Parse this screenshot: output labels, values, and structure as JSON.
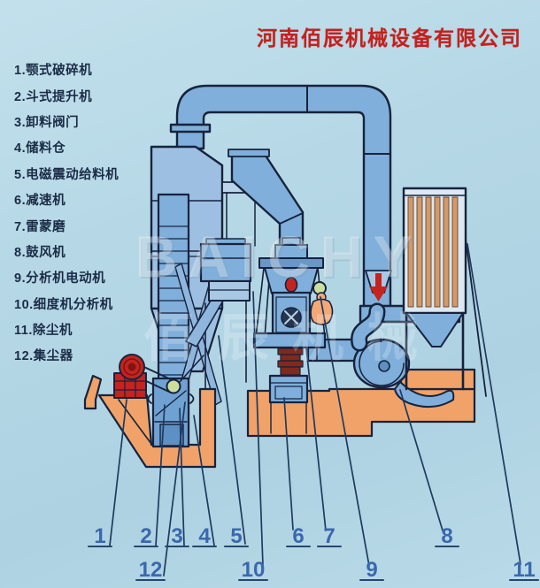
{
  "title": {
    "company": "河南佰辰机械设备有限公司",
    "color": "#c5201c"
  },
  "legend": {
    "items": [
      "1.颚式破碎机",
      "2.斗式提升机",
      "3.卸料阀门",
      "4.储料仓",
      "5.电磁震动给料机",
      "6.减速机",
      "7.雷蒙磨",
      "8.鼓风机",
      "9.分析机电动机",
      "10.细度机分析机",
      "11.除尘机",
      "12.集尘器"
    ]
  },
  "watermark": {
    "line1": "BAICHY",
    "line2": "佰辰机械"
  },
  "diagram": {
    "type": "raymond-mill-grinding-system-schematic",
    "callout_labels": [
      "1",
      "2",
      "3",
      "4",
      "5",
      "6",
      "7",
      "8",
      "9",
      "10",
      "11",
      "12"
    ],
    "parts": {
      "1": "颚式破碎机",
      "2": "斗式提升机",
      "3": "卸料阀门",
      "4": "储料仓",
      "5": "电磁震动给料机",
      "6": "减速机",
      "7": "雷蒙磨",
      "8": "鼓风机",
      "9": "分析机电动机",
      "10": "细度机分析机",
      "11": "除尘机",
      "12": "集尘器"
    },
    "colors": {
      "background": "#b6d8e6",
      "machine_blue": "#7fafda",
      "machine_light_blue": "#a8c8e4",
      "outline": "#17233d",
      "foundation_tan": "#f0a269",
      "crusher_red": "#c3241f",
      "pulley_green": "#cbe09c",
      "bellows_dark_red": "#7e2a1e",
      "callout_blue": "#3a68ae",
      "title_red": "#c5201c"
    }
  }
}
